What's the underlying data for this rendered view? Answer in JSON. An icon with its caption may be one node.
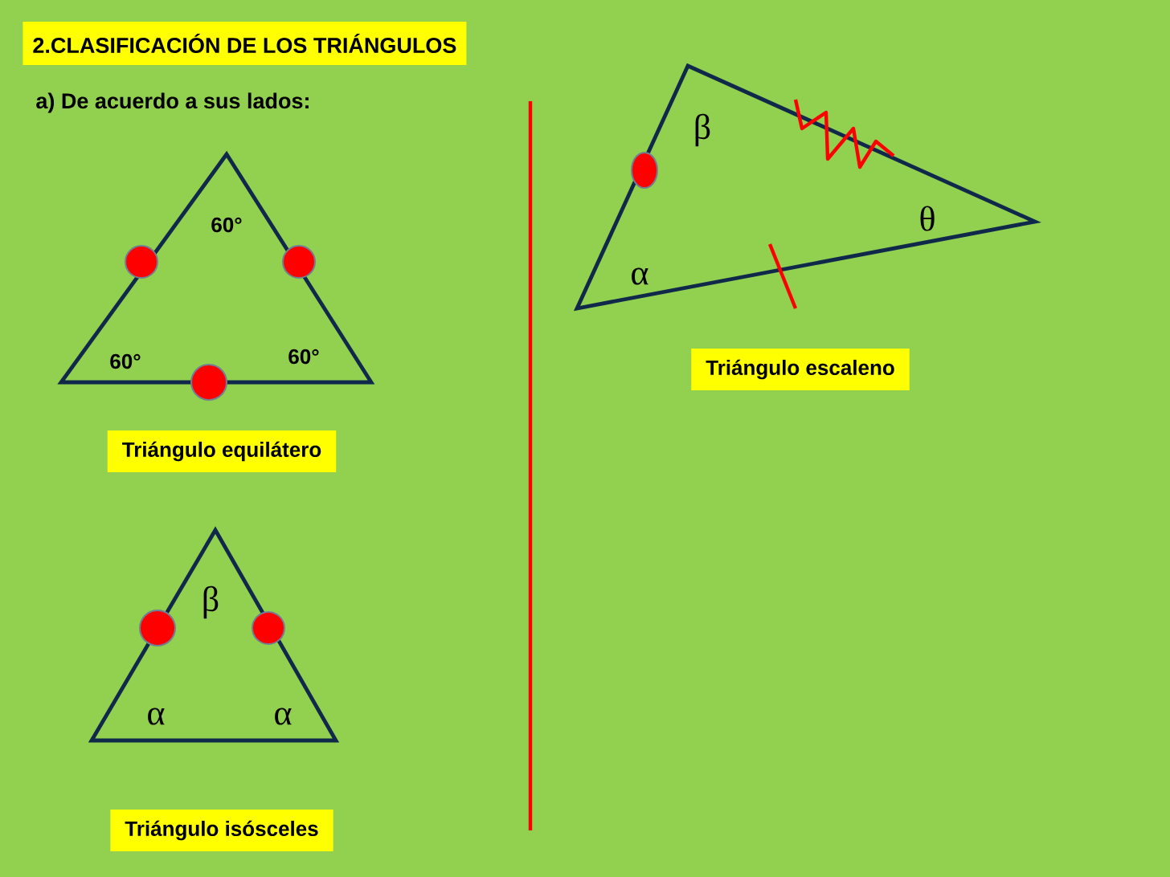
{
  "diagram": {
    "title": "2.CLASIFICACIÓN DE LOS TRIÁNGULOS",
    "nodes": [
      {
        "text": [
          "Triángulo equilátero"
        ]
      },
      {
        "text": [
          "Triángulo escaleno"
        ]
      },
      {
        "text": [
          "Triángulo isósceles"
        ]
      }
    ],
    "labels": [
      "a) De acuerdo a sus lados:",
      "60°",
      "60°",
      "60°",
      "β",
      "θ",
      "α",
      "β",
      "α",
      "α"
    ]
  }
}
